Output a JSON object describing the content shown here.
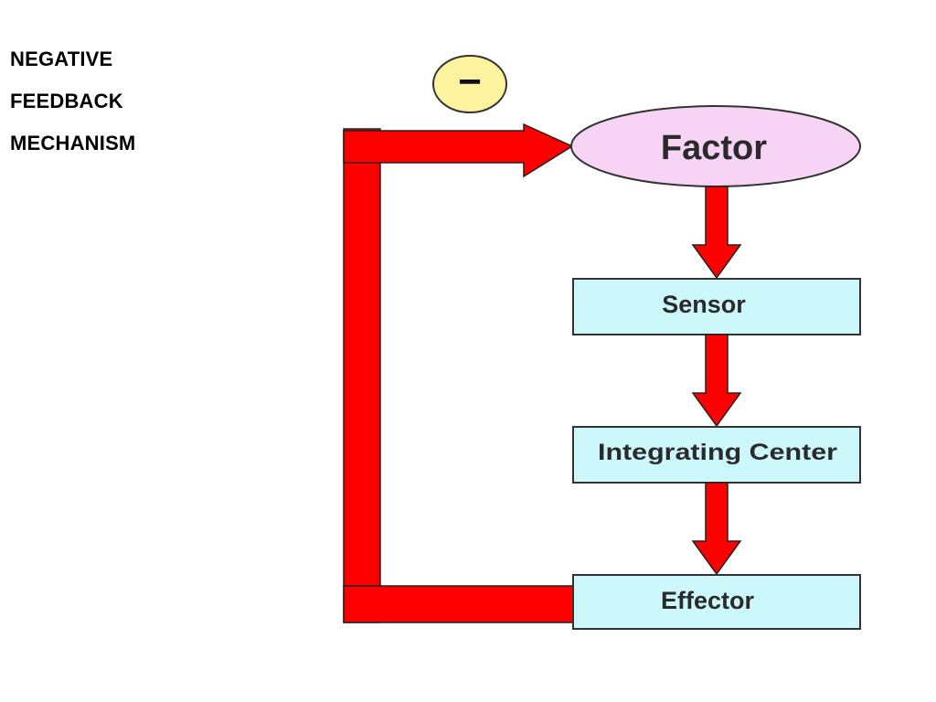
{
  "title": {
    "line1": "NEGATIVE",
    "line2": "FEEDBACK",
    "line3": "MECHANISM"
  },
  "diagram": {
    "sign_symbol": "−",
    "factor": "Factor",
    "sensor": "Sensor",
    "integrating_center": "Integrating Center",
    "effector": "Effector"
  },
  "colors": {
    "arrow": "#ff0000",
    "factor_fill": "#f7d4f5",
    "box_fill": "#ccf8fb",
    "sign_fill": "#fdf39e",
    "outline": "#333333"
  }
}
